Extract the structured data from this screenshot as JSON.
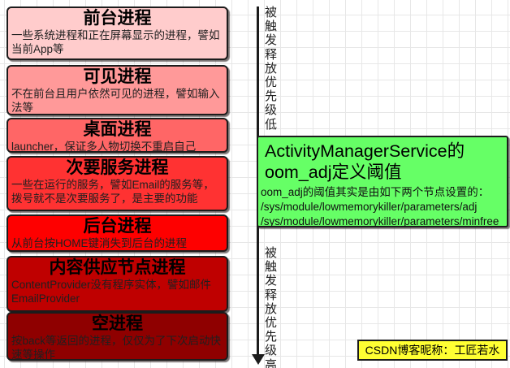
{
  "process_boxes": [
    {
      "title": "前台进程",
      "desc": "一些系统进程和正在屏幕显示的进程，譬如当前App等",
      "color": "#ffcccc"
    },
    {
      "title": "可见进程",
      "desc": "不在前台且用户依然可见的进程，譬如输入法等",
      "color": "#ff9999"
    },
    {
      "title": "桌面进程",
      "desc": "launcher，保证多人物切换不重启自己",
      "color": "#ff6666"
    },
    {
      "title": "次要服务进程",
      "desc": "一些在运行的服务，譬如Email的服务等，拨号就不是次要服务了，是主要的功能",
      "color": "#ff3232"
    },
    {
      "title": "后台进程",
      "desc": "从前台按HOME键消失到后台的进程",
      "color": "#fe0000"
    },
    {
      "title": "内容供应节点进程",
      "desc": "ContentProvider没有程序实体，譬如邮件EmailProvider",
      "color": "#bf0000"
    },
    {
      "title": "空进程",
      "desc": "按back等返回的进程，仅仅为了下次启动快速等操作",
      "color": "#8f0000"
    }
  ],
  "arrow": {
    "top_label": "被触发释放优先级低",
    "bottom_label": "被触发释放优先级高"
  },
  "info_box": {
    "title": "ActivityManagerService的oom_adj定义阈值",
    "lines": [
      "oom_adj的阈值其实是由如下两个节点设置的：",
      "/sys/module/lowmemorykiller/parameters/adj",
      "/sys/module/lowmemorykiller/parameters/minfree"
    ],
    "color": "#66ff66"
  },
  "watermark": {
    "text": "CSDN博客昵称：工匠若水",
    "color": "#ffff33"
  }
}
